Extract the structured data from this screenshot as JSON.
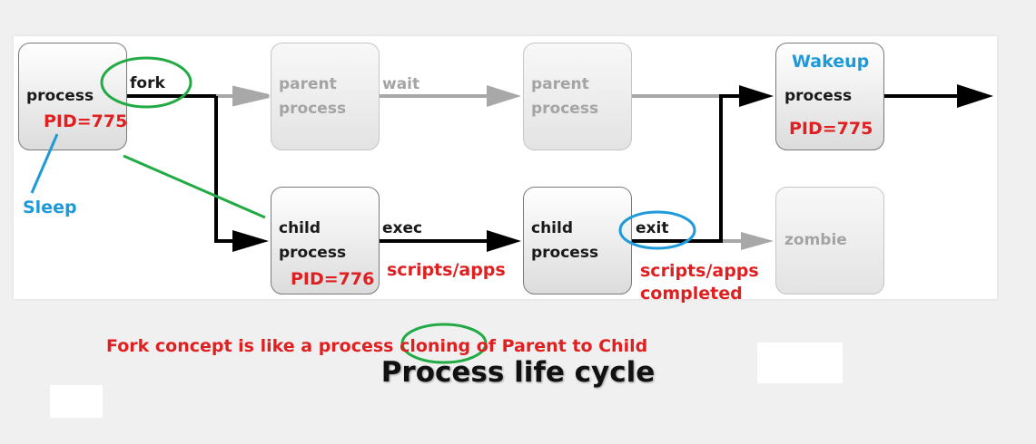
{
  "diagram": {
    "nodes": {
      "process_start": {
        "line1": "process"
      },
      "parent_process_1": {
        "line1": "parent",
        "line2": "process"
      },
      "parent_process_2": {
        "line1": "parent",
        "line2": "process"
      },
      "process_wakeup": {
        "line1": "process"
      },
      "child_process_1": {
        "line1": "child",
        "line2": "process"
      },
      "child_process_2": {
        "line1": "child",
        "line2": "process"
      },
      "zombie": {
        "line1": "zombie"
      }
    },
    "edge_labels": {
      "fork": "fork",
      "wait": "wait",
      "exec": "exec",
      "exit": "exit"
    },
    "annotations": {
      "pid_parent": "PID=775",
      "pid_child": "PID=776",
      "pid_wakeup": "PID=775",
      "sleep": "Sleep",
      "wakeup": "Wakeup",
      "scripts_apps": "scripts/apps",
      "scripts_apps_completed_1": "scripts/apps",
      "scripts_apps_completed_2": "completed"
    },
    "note": "Fork concept is like a process cloning of Parent to Child",
    "caption": "Process life cycle"
  },
  "colors": {
    "annotation_red": "#e02020",
    "annotation_blue": "#1e9ad8",
    "highlight_green": "#22aa44",
    "faded_gray": "#a4a4a4"
  }
}
